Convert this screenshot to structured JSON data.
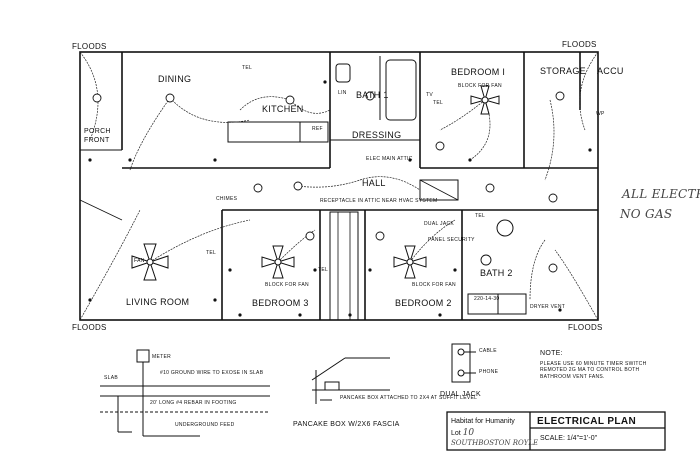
{
  "labels": {
    "floods": "FLOODS",
    "dining": "DINING",
    "kitchen": "KITCHEN",
    "bath1": "BATH 1",
    "bedroom1": "BEDROOM I",
    "storage": "STORAGE",
    "accu": "ACCU",
    "porch": "PORCH",
    "front": "FRONT",
    "dressing": "DRESSING",
    "hall": "HALL",
    "living_room": "LIVING ROOM",
    "bedroom3": "BEDROOM 3",
    "bedroom2": "BEDROOM 2",
    "bath2": "BATH 2",
    "block_for_fan": "BLOCK FOR FAN",
    "dual_jack_lbl": "DUAL JACK",
    "panel_security": "PANEL SECURITY",
    "receptacle_attic": "RECEPTACLE IN ATTIC NEAR HVAC SYSTEM",
    "chimes": "CHIMES",
    "elec_main_attic": "ELEC MAIN ATTIC",
    "fan": "FAN",
    "ref": "REF",
    "lin": "LIN",
    "tel": "TEL",
    "tv": "TV",
    "wp": "WP",
    "meter": "METER",
    "slab": "SLAB",
    "ground_wire": "#10 GROUND WIRE TO EXOSE IN SLAB",
    "rebar": "20' LONG #4 REBAR IN FOOTING",
    "underground": "UNDERGROUND FEED",
    "pancake_box": "PANCAKE BOX ATTACHED TO 2X4 AT SOFFIT LEVEL",
    "pancake_caption": "PANCAKE BOX W/2X6 FASCIA",
    "cable": "CABLE",
    "phone": "PHONE",
    "dual_jack_caption": "DUAL JACK",
    "note_title": "NOTE:",
    "note_body": "PLEASE USE 60 MINUTE TIMER SWITCH REMOTED 2G MA TO CONTROL BOTH BATHROOM VENT FANS.",
    "dryer_vent": "DRYER VENT",
    "handwritten_all_elec": "ALL ELECTRIC",
    "handwritten_no_gas": "NO GAS",
    "dryer": "220-14-30"
  },
  "title_block": {
    "org": "Habitat for Humanity",
    "lot_label": "Lot",
    "lot_number": "10",
    "location": "SOUTHBOSTON ROYLE",
    "title": "ELECTRICAL PLAN",
    "scale": "SCALE: 1/4\"=1'-0\""
  }
}
